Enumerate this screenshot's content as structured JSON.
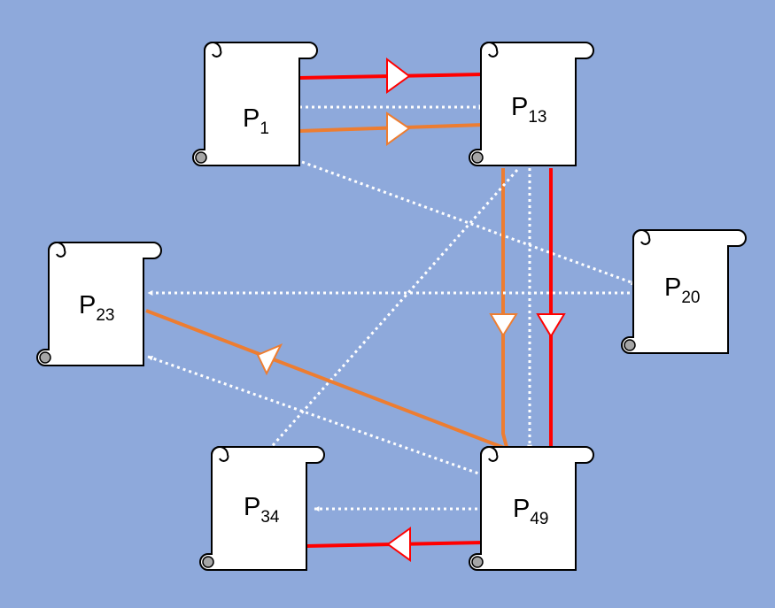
{
  "colors": {
    "background": "#8ea9db",
    "red": "#ff0000",
    "orange": "#ed7d31",
    "white": "#ffffff",
    "scroll_fill": "#ffffff",
    "scroll_stroke": "#000000",
    "curl": "#a6a6a6"
  },
  "nodes": {
    "p1": {
      "base": "P",
      "sub": "1"
    },
    "p13": {
      "base": "P",
      "sub": "13"
    },
    "p20": {
      "base": "P",
      "sub": "20"
    },
    "p23": {
      "base": "P",
      "sub": "23"
    },
    "p34": {
      "base": "P",
      "sub": "34"
    },
    "p49": {
      "base": "P",
      "sub": "49"
    }
  },
  "edges": [
    {
      "id": "p1-p13-red",
      "from": "P1",
      "to": "P13",
      "style": "solid",
      "color": "red"
    },
    {
      "id": "p1-p13-white",
      "from": "P1",
      "to": "P13",
      "style": "dotted",
      "color": "white"
    },
    {
      "id": "p1-p13-orange",
      "from": "P1",
      "to": "P13",
      "style": "solid",
      "color": "orange"
    },
    {
      "id": "p1-p20-white",
      "from": "P1",
      "to": "P20",
      "style": "dotted",
      "color": "white"
    },
    {
      "id": "p13-p49-orange",
      "from": "P13",
      "to": "P49",
      "style": "solid",
      "color": "orange"
    },
    {
      "id": "p13-p49-white",
      "from": "P13",
      "to": "P49",
      "style": "dotted",
      "color": "white"
    },
    {
      "id": "p13-p49-red",
      "from": "P13",
      "to": "P49",
      "style": "solid",
      "color": "red"
    },
    {
      "id": "p13-p34-white",
      "from": "P13",
      "to": "P34",
      "style": "dotted",
      "color": "white"
    },
    {
      "id": "p20-p23-white",
      "from": "P20",
      "to": "P23",
      "style": "dotted",
      "color": "white"
    },
    {
      "id": "p49-p23-orange",
      "from": "P49",
      "to": "P23",
      "style": "solid",
      "color": "orange"
    },
    {
      "id": "p49-p23-white",
      "from": "P49",
      "to": "P23",
      "style": "dotted",
      "color": "white"
    },
    {
      "id": "p49-p34-white",
      "from": "P49",
      "to": "P34",
      "style": "dotted",
      "color": "white"
    },
    {
      "id": "p49-p34-red",
      "from": "P49",
      "to": "P34",
      "style": "solid",
      "color": "red"
    }
  ]
}
